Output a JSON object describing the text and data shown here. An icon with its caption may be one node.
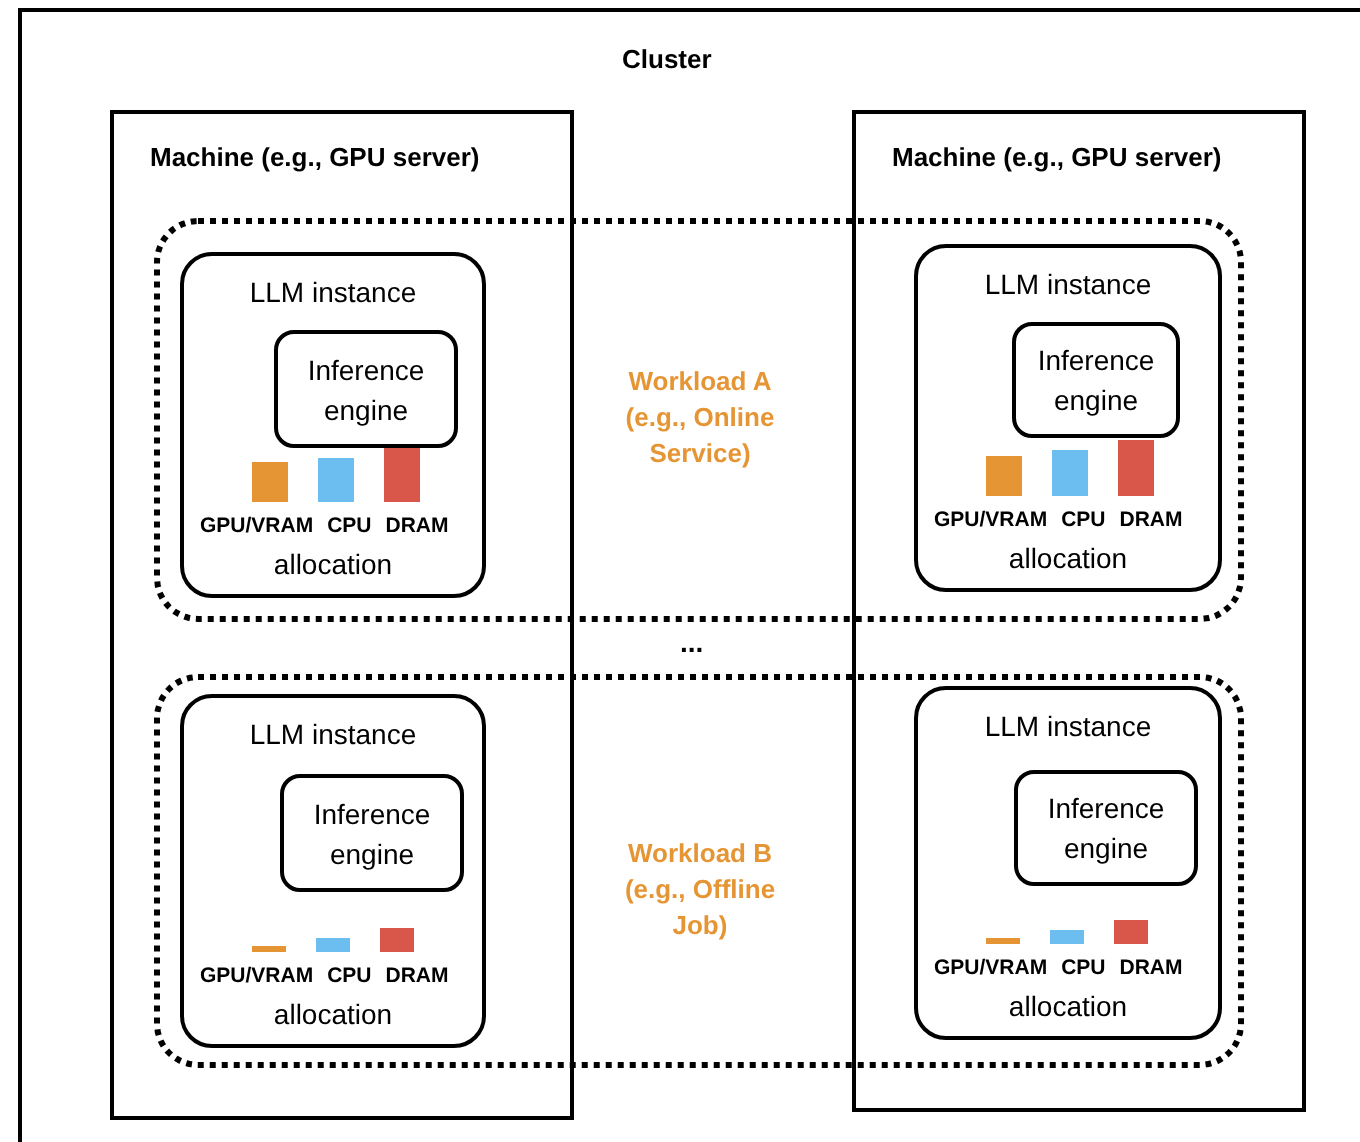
{
  "diagram": {
    "nodes": [
      {
        "text": [
          "Cluster"
        ]
      },
      {
        "text": [
          "Machine (e.g., GPU server)"
        ],
        "in": 0
      },
      {
        "text": [
          "Machine (e.g., GPU server)"
        ],
        "in": 0
      },
      {
        "text": [
          "Workload A (e.g., Online Service)"
        ],
        "in": 0
      },
      {
        "text": [
          "LLM instance",
          "GPU/VRAM",
          "CPU",
          "DRAM",
          "allocation"
        ]
      },
      {
        "text": [
          "Inference engine"
        ],
        "in": 4
      },
      {
        "text": [
          "LLM instance",
          "GPU/VRAM",
          "CPU",
          "DRAM",
          "allocation"
        ]
      },
      {
        "text": [
          "Inference engine"
        ],
        "in": 6
      },
      {
        "text": [
          "Workload B (e.g., Offline Job)"
        ],
        "in": 0
      },
      {
        "text": [
          "LLM instance",
          "GPU/VRAM",
          "CPU",
          "DRAM",
          "allocation"
        ]
      },
      {
        "text": [
          "Inference engine"
        ],
        "in": 9
      },
      {
        "text": [
          "LLM instance",
          "GPU/VRAM",
          "CPU",
          "DRAM",
          "allocation"
        ]
      },
      {
        "text": [
          "Inference engine"
        ],
        "in": 11
      }
    ],
    "edges": [],
    "labels": [
      "..."
    ]
  }
}
